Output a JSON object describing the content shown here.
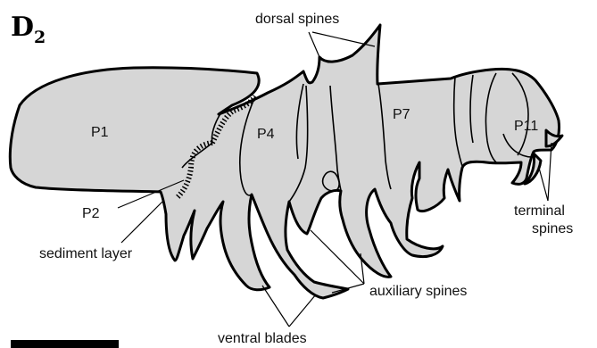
{
  "panel_label": {
    "main": "D",
    "subscript": "2"
  },
  "segments": {
    "p1": "P1",
    "p2": "P2",
    "p4": "P4",
    "p7": "P7",
    "p11": "P11"
  },
  "labels": {
    "dorsal_spines": "dorsal spines",
    "sediment_layer": "sediment layer",
    "terminal": "terminal",
    "spines": "spines",
    "auxiliary_spines": "auxiliary spines",
    "ventral_blades": "ventral blades"
  },
  "colors": {
    "body_fill": "#d6d6d6",
    "outline": "#000000",
    "scale_bar": "#000000"
  }
}
